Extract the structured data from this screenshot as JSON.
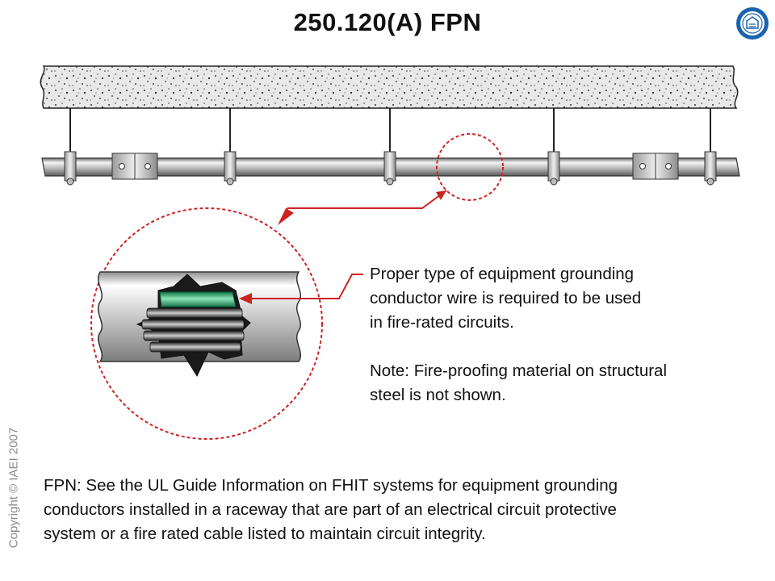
{
  "title": "250.120(A) FPN",
  "logo": {
    "icon": "iaei-seal-icon",
    "color": "#1a63b0"
  },
  "callout": {
    "lines": [
      "Proper type of equipment grounding",
      "conductor wire is required to be used",
      "in fire-rated circuits."
    ],
    "note_lines": [
      "Note: Fire-proofing material on structural",
      "steel is not shown."
    ]
  },
  "fpn": {
    "lines": [
      "FPN: See the UL Guide Information on FHIT systems for equipment grounding",
      "conductors installed in a raceway that are part of an electrical circuit protective",
      "system or a fire rated cable listed to maintain circuit integrity."
    ]
  },
  "copyright": "Copyright © IAEI 2007",
  "colors": {
    "callout_red": "#cc2222",
    "conductor_green": "#2aa870",
    "ceiling_gray": "#e6e6e6"
  }
}
